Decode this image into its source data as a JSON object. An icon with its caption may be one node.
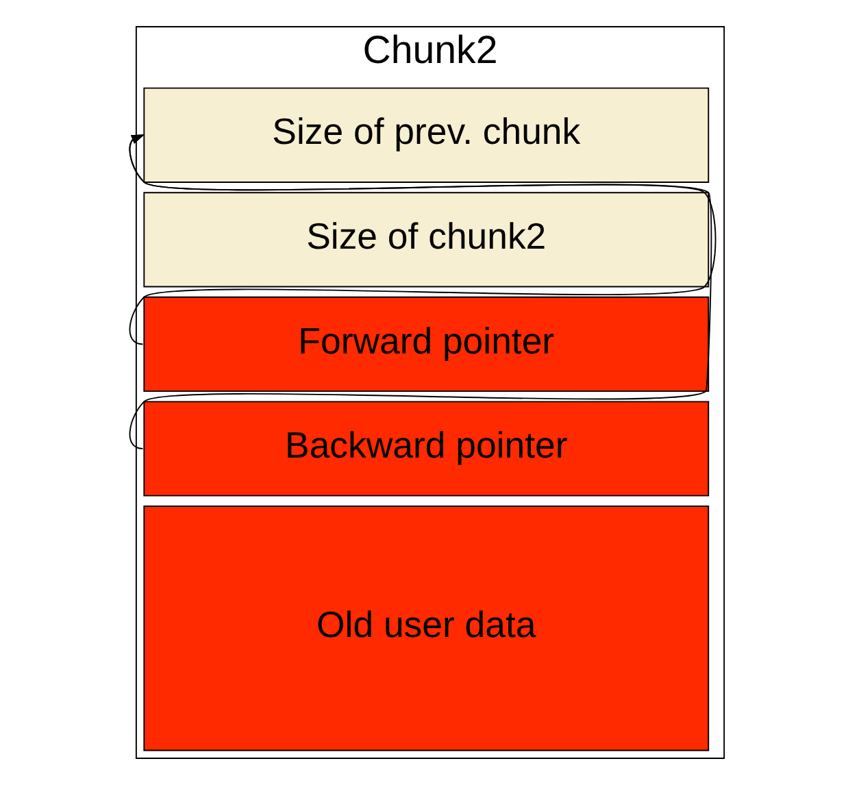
{
  "diagram": {
    "nodes": [
      {
        "text": [
          "Chunk2"
        ]
      },
      {
        "text": [
          "Size of prev. chunk"
        ],
        "in": 0
      },
      {
        "text": [
          "Size of chunk2"
        ],
        "in": 0
      },
      {
        "text": [
          "Forward pointer"
        ],
        "in": 0
      },
      {
        "text": [
          "Backward pointer"
        ],
        "in": 0
      },
      {
        "text": [
          "Old user data"
        ],
        "in": 0
      }
    ],
    "edges": [
      {
        "from": 3,
        "to": 1,
        "arrow": "to"
      },
      {
        "from": 4,
        "to": 1,
        "arrow": "to"
      }
    ]
  }
}
